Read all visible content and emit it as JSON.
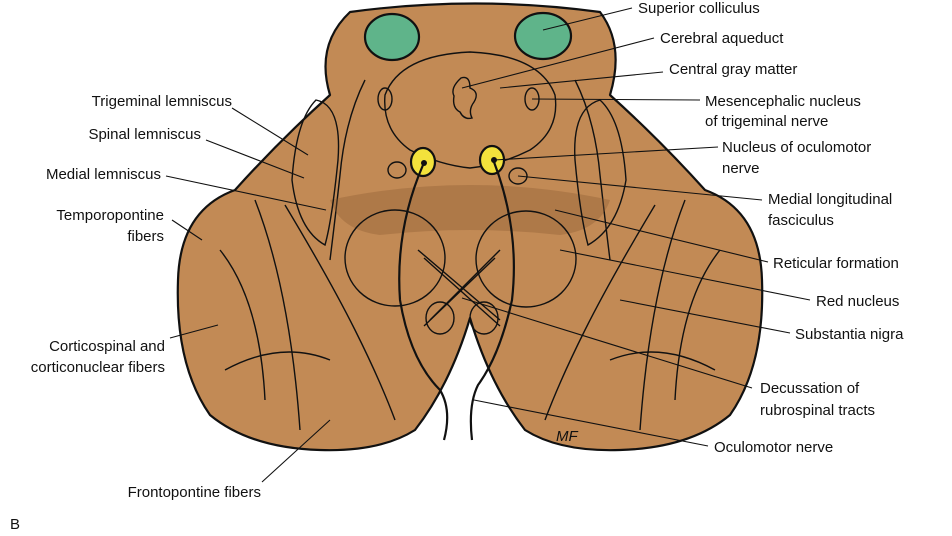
{
  "panel_letter": "B",
  "signature": "MF",
  "colors": {
    "tissue": "#c28a55",
    "background": "#ffffff",
    "superior_colliculus": "#5fb48a",
    "lemniscus": "#bfe3f5",
    "nucleus_oculomotor": "#f3e23c",
    "medial_longitudinal_fasciculus": "#a9a9dc",
    "red_nucleus": "#ee5fb4",
    "aqueduct": "#ffffff"
  },
  "labels": {
    "superior_colliculus": "Superior colliculus",
    "cerebral_aqueduct": "Cerebral aqueduct",
    "central_gray_matter": "Central gray matter",
    "mesencephalic_nucleus_l1": "Mesencephalic nucleus",
    "mesencephalic_nucleus_l2": "of trigeminal nerve",
    "nucleus_oculomotor_l1": "Nucleus of oculomotor",
    "nucleus_oculomotor_l2": "nerve",
    "medial_longitudinal_l1": "Medial longitudinal",
    "medial_longitudinal_l2": "fasciculus",
    "reticular_formation": "Reticular formation",
    "red_nucleus": "Red nucleus",
    "substantia_nigra": "Substantia nigra",
    "decussation_l1": "Decussation of",
    "decussation_l2": "rubrospinal tracts",
    "oculomotor_nerve": "Oculomotor nerve",
    "trigeminal_lemniscus": "Trigeminal lemniscus",
    "spinal_lemniscus": "Spinal lemniscus",
    "medial_lemniscus": "Medial lemniscus",
    "temporopontine_l1": "Temporopontine",
    "temporopontine_l2": "fibers",
    "corticospinal_l1": "Corticospinal and",
    "corticospinal_l2": "corticonuclear fibers",
    "frontopontine": "Frontopontine fibers"
  }
}
